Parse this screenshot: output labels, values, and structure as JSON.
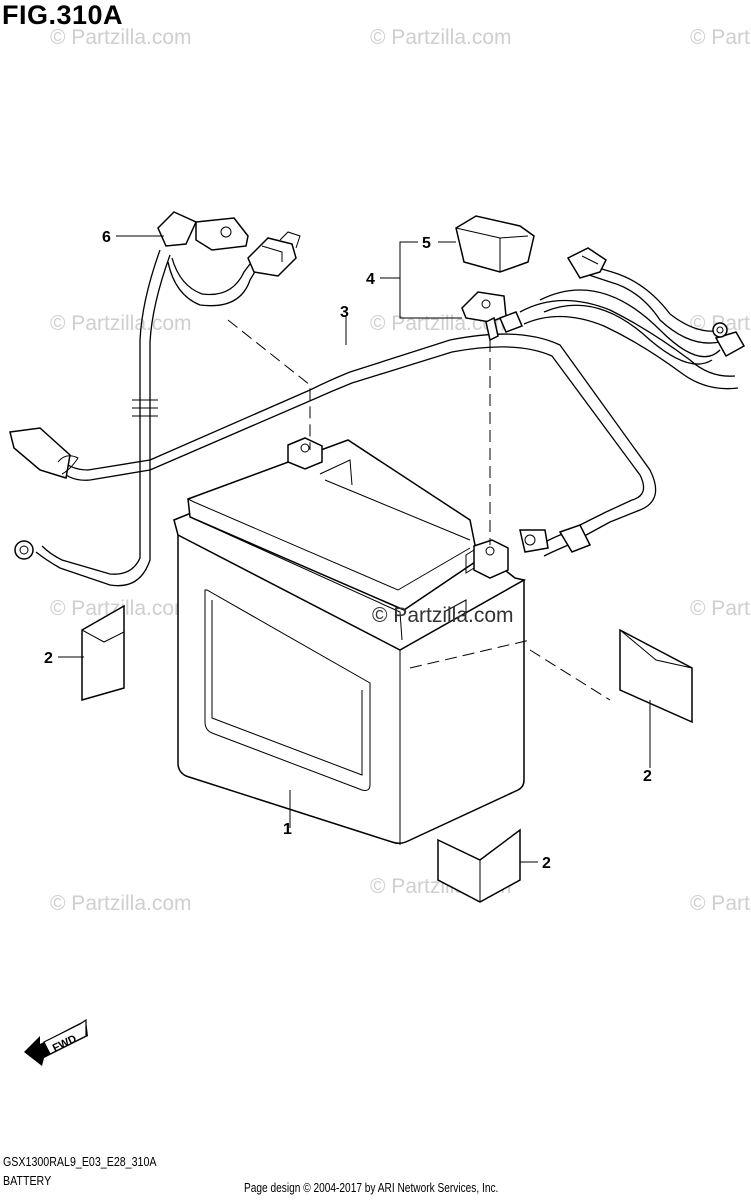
{
  "figure": {
    "title": "FIG.310A",
    "model_code": "GSX1300RAL9_E03_E28_310A",
    "section": "BATTERY",
    "footer": "Page design © 2004-2017 by ARI Network Services, Inc."
  },
  "watermark": {
    "text": "© Partzilla.com"
  },
  "fwd_label": "FWD",
  "callouts": {
    "c1": "1",
    "c2a": "2",
    "c2b": "2",
    "c2c": "2",
    "c3": "3",
    "c4": "4",
    "c5": "5",
    "c6": "6"
  }
}
